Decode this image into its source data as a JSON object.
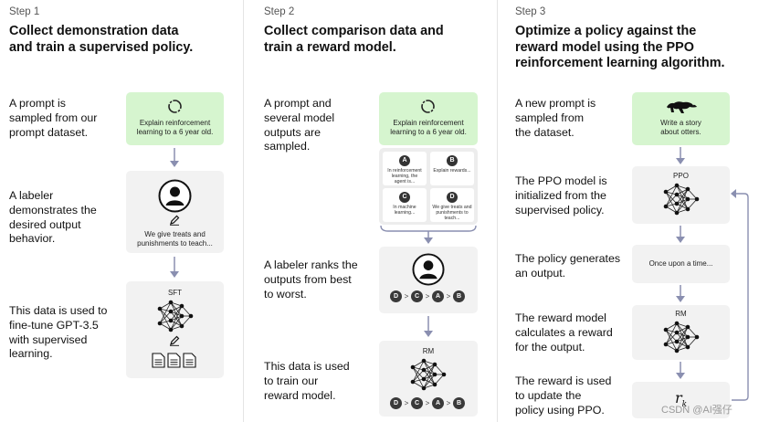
{
  "steps": [
    {
      "label": "Step 1",
      "title_lines": [
        "Collect demonstration data",
        "and train a supervised policy."
      ],
      "descs": [
        [
          "A prompt is",
          "sampled from our",
          "prompt dataset."
        ],
        [
          "A labeler",
          "demonstrates the",
          "desired output",
          "behavior."
        ],
        [
          "This data is used to",
          "fine-tune GPT-3.5",
          "with supervised",
          "learning."
        ]
      ],
      "prompt_card": [
        "Explain reinforcement",
        "learning to a 6 year old."
      ],
      "labeler_card": [
        "We give treats and",
        "punishments to teach..."
      ],
      "model_card": "SFT"
    },
    {
      "label": "Step 2",
      "title_lines": [
        "Collect comparison data and",
        "train a reward model."
      ],
      "descs": [
        [
          "A prompt and",
          "several model",
          "outputs are",
          "sampled."
        ],
        [
          "A labeler ranks the",
          "outputs from best",
          "to worst."
        ],
        [
          "This data is used",
          "to train our",
          "reward model."
        ]
      ],
      "prompt_card": [
        "Explain reinforcement",
        "learning to a 6 year old."
      ],
      "outputs": [
        {
          "letter": "A",
          "text": [
            "In reinforcement",
            "learning, the",
            "agent is..."
          ]
        },
        {
          "letter": "B",
          "text": [
            "Explain rewards..."
          ]
        },
        {
          "letter": "C",
          "text": [
            "In machine",
            "learning..."
          ]
        },
        {
          "letter": "D",
          "text": [
            "We give treats and",
            "punishments to",
            "teach..."
          ]
        }
      ],
      "ranking": [
        "D",
        "C",
        "A",
        "B"
      ],
      "model_card": "RM"
    },
    {
      "label": "Step 3",
      "title_lines": [
        "Optimize a policy against the",
        "reward model using the PPO",
        "reinforcement learning algorithm."
      ],
      "descs": [
        [
          "A new prompt is",
          "sampled from",
          "the dataset."
        ],
        [
          "The PPO model is",
          "initialized from the",
          "supervised policy."
        ],
        [
          "The policy generates",
          "an output."
        ],
        [
          "The reward model",
          "calculates a reward",
          "for the output."
        ],
        [
          "The reward is used",
          "to update the",
          "policy using PPO."
        ]
      ],
      "prompt_card": [
        "Write a story",
        "about otters."
      ],
      "ppo_label": "PPO",
      "output_text": "Once upon a time...",
      "rm_label": "RM",
      "reward_symbol": "r",
      "reward_subscript": "k"
    }
  ],
  "gt": ">",
  "watermark": "CSDN @AI强仔",
  "colors": {
    "green_card": "#d6f5cf",
    "gray_card": "#f2f2f2",
    "node_fill": "#3a3a3a"
  },
  "icons": [
    "recycle-icon",
    "person-icon",
    "pencil-icon",
    "document-icon",
    "otter-icon",
    "neural-network-icon",
    "arrow-down-icon",
    "feedback-loop-icon"
  ]
}
